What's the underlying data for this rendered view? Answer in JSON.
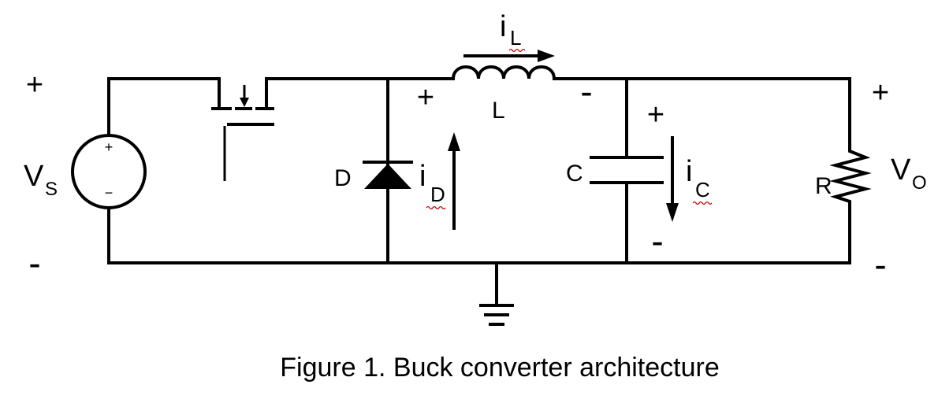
{
  "source_label": "V",
  "source_sub": "S",
  "source_plus": "+",
  "source_minus": "−",
  "term_plus": "+",
  "term_minus": "-",
  "diode_label": "D",
  "diode_current": "i",
  "diode_current_sub": "D",
  "inductor_label": "L",
  "inductor_current": "i",
  "inductor_current_sub": "L",
  "inductor_plus": "+",
  "inductor_minus": "-",
  "cap_label": "C",
  "cap_current": "i",
  "cap_current_sub": "C",
  "cap_plus": "+",
  "cap_minus": "-",
  "res_label": "R",
  "out_label": "V",
  "out_sub": "O",
  "out_plus": "+",
  "out_minus": "-",
  "caption": "Figure 1. Buck converter architecture"
}
